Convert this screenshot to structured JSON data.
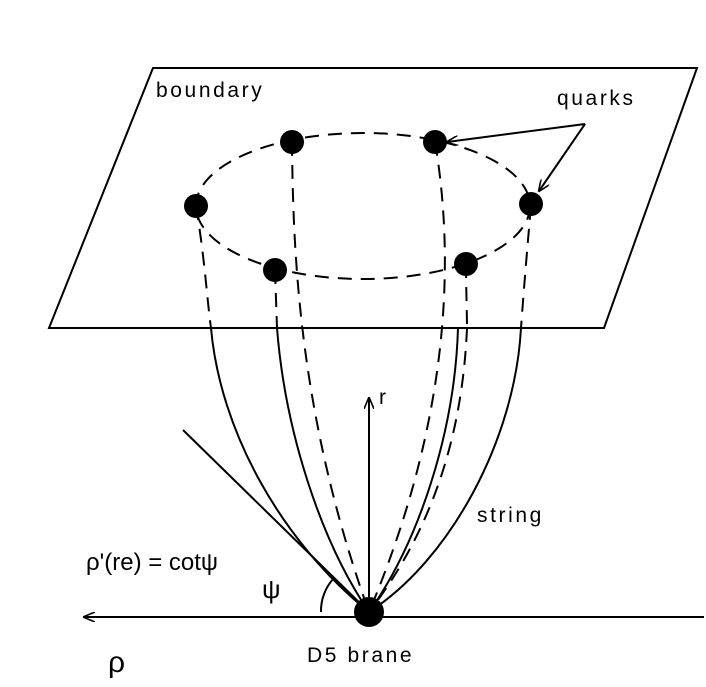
{
  "labels": {
    "boundary": "boundary",
    "quarks": "quarks",
    "r_axis": "r",
    "string": "string",
    "condition": "ρ'(re) = cotψ",
    "angle": "ψ",
    "brane": "D5 brane",
    "rho_axis": "ρ"
  },
  "colors": {
    "ink": "#000000",
    "background": "#ffffff"
  }
}
